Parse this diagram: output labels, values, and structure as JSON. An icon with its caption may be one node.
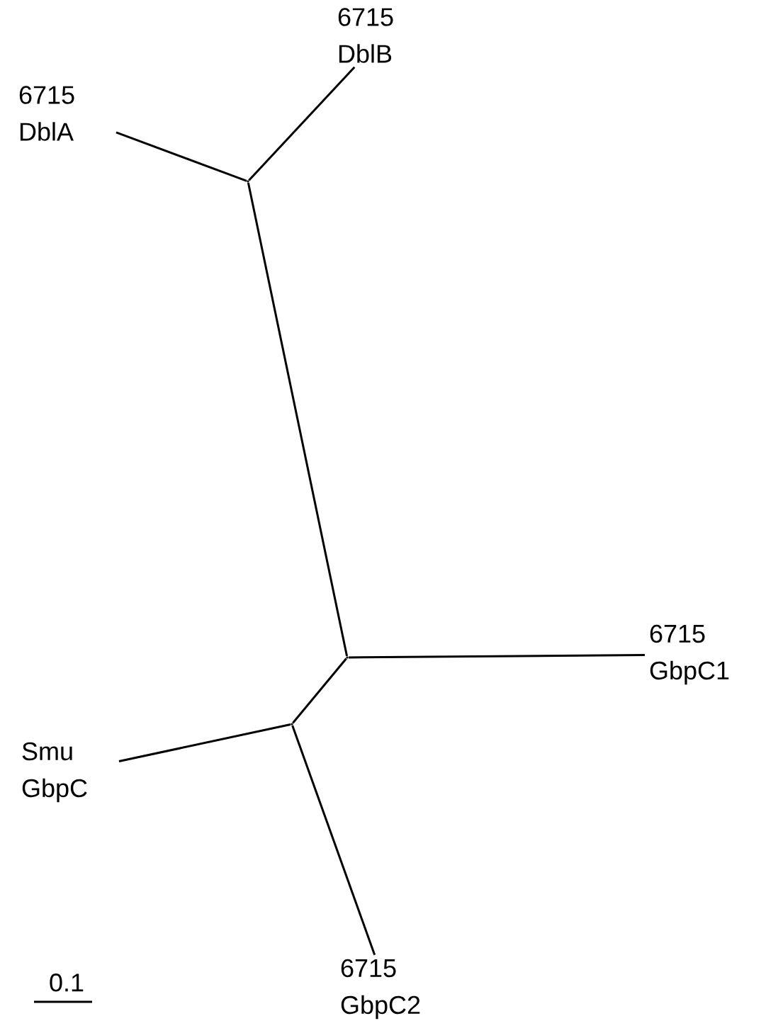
{
  "diagram": {
    "nodes": [
      {
        "text": [
          "6715 DblA"
        ]
      },
      {
        "text": [
          "6715 DblB"
        ]
      },
      {
        "text": [],
        "shape": "point"
      },
      {
        "text": [],
        "shape": "point"
      },
      {
        "text": [
          "6715 GbpC1"
        ]
      },
      {
        "text": [
          "Smu GbpC"
        ]
      },
      {
        "text": [],
        "shape": "point"
      },
      {
        "text": [
          "6715 GbpC2"
        ]
      }
    ],
    "edges": [
      {
        "from": 2,
        "to": 0,
        "arrow": "none"
      },
      {
        "from": 2,
        "to": 1,
        "arrow": "none"
      },
      {
        "from": 2,
        "to": 3,
        "arrow": "none"
      },
      {
        "from": 3,
        "to": 4,
        "arrow": "none"
      },
      {
        "from": 3,
        "to": 6,
        "arrow": "none"
      },
      {
        "from": 6,
        "to": 5,
        "arrow": "none"
      },
      {
        "from": 6,
        "to": 7,
        "arrow": "none"
      }
    ],
    "labels": [
      "0.1"
    ]
  }
}
